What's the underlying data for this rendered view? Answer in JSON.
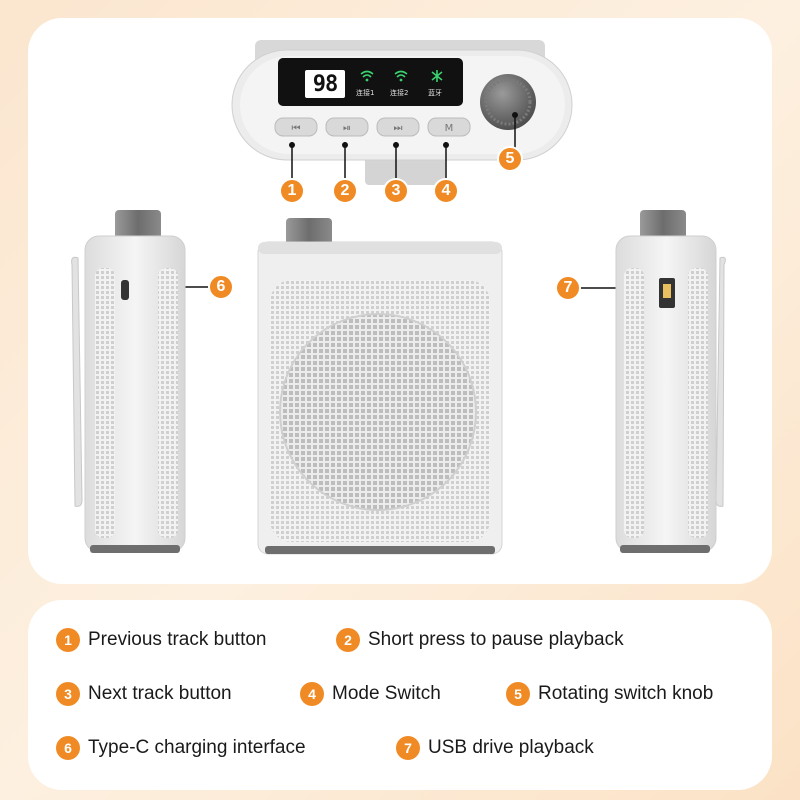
{
  "display": {
    "digits": "98",
    "indicators": [
      {
        "icon": "wifi-icon",
        "label": "连接1",
        "color": "#3bd16f"
      },
      {
        "icon": "wifi-icon",
        "label": "连接2",
        "color": "#3bd16f"
      },
      {
        "icon": "bluetooth-icon",
        "label": "蓝牙",
        "color": "#3bd16f"
      }
    ]
  },
  "callouts": [
    "1",
    "2",
    "3",
    "4",
    "5",
    "6",
    "7"
  ],
  "legend": [
    {
      "num": "1",
      "text": "Previous track button"
    },
    {
      "num": "2",
      "text": "Short press to pause playback"
    },
    {
      "num": "3",
      "text": "Next track button"
    },
    {
      "num": "4",
      "text": "Mode Switch"
    },
    {
      "num": "5",
      "text": "Rotating switch knob"
    },
    {
      "num": "6",
      "text": "Type-C charging interface"
    },
    {
      "num": "7",
      "text": "USB drive playback"
    }
  ],
  "colors": {
    "accent": "#f08a24",
    "device": "#e8e8e8"
  }
}
